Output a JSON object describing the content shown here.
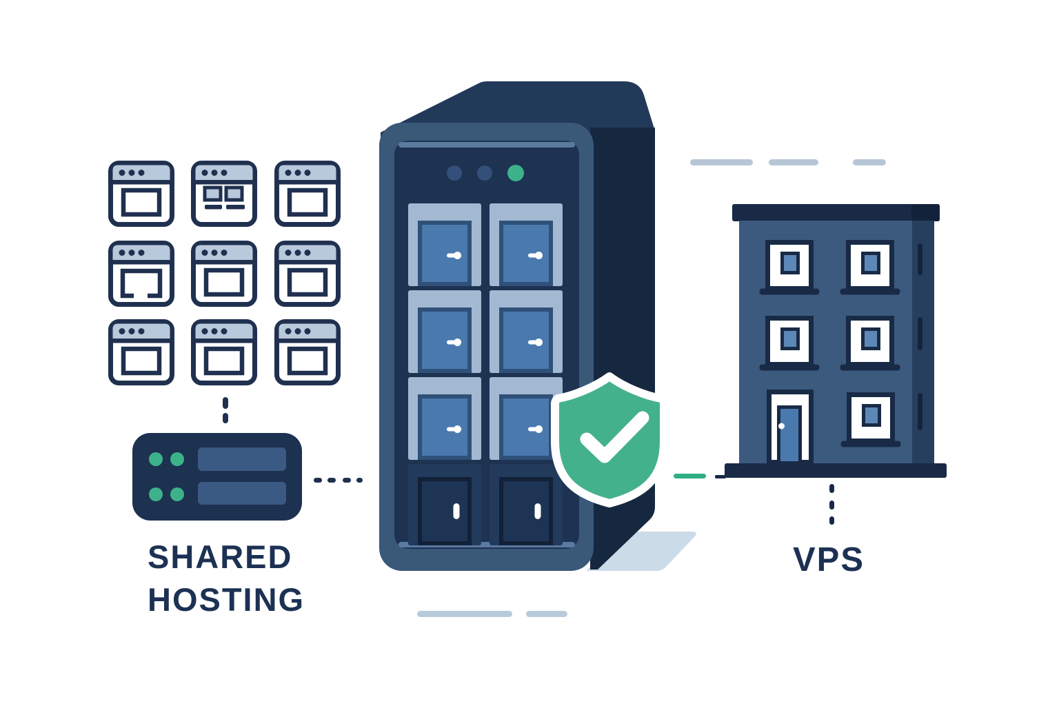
{
  "scene": {
    "title": "Shared Hosting vs VPS illustration",
    "background": "#ffffff"
  },
  "labels": {
    "shared_line1": "SHARED",
    "shared_line2": "HOSTING",
    "vps": "VPS"
  },
  "left_group": {
    "websites_grid": {
      "icon": "browser-window-icon",
      "rows": 3,
      "cols": 3,
      "count": 9,
      "variants": [
        [
          "plain",
          "widgets",
          "plain"
        ],
        [
          "open",
          "plain",
          "plain"
        ],
        [
          "plain",
          "plain",
          "plain"
        ]
      ]
    },
    "server_icon": {
      "name": "shared-server-icon",
      "status_lights": 4,
      "drive_bays": 2
    }
  },
  "center_group": {
    "rack_icon": {
      "name": "server-rack-lockers-icon",
      "status_lights": [
        "dim",
        "dim",
        "green"
      ],
      "locker_rows": 4,
      "locker_cols": 2,
      "blue_doors": 6,
      "dark_doors": 2
    },
    "badge": {
      "name": "shield-check-icon"
    }
  },
  "right_group": {
    "building_icon": {
      "name": "apartment-building-icon",
      "floors": 3,
      "windows": 5,
      "doors": 1
    }
  },
  "colors": {
    "background": "#ffffff",
    "outline_navy": "#20304f",
    "text_navy": "#1c3153",
    "titlebar_blue": "#b9c9dc",
    "server_body_navy": "#1d3150",
    "server_bar_blue": "#3b5a83",
    "status_green": "#3db28a",
    "rack_front": "#3a5878",
    "rack_panel": "#1e3252",
    "rack_bevel": "#5a7a9f",
    "rack_top": "#223a59",
    "rack_side": "#162740",
    "rack_dot": "#34507a",
    "frame_light": "#a3b9d2",
    "door_blue": "#4a79ae",
    "door_border": "#2f5078",
    "dark_cell": "#223a5b",
    "dark_door": "#1e3454",
    "dark_door_border": "#122038",
    "shield_green": "#44b18d",
    "building_facade": "#3c5a7e",
    "building_side": "#263f5e",
    "building_dark": "#182a45",
    "window_pane": "#5c88b8",
    "shadow_blue": "#ccdbe8",
    "dash_light": "#b7c6d6",
    "dash_green": "#2fae84"
  }
}
